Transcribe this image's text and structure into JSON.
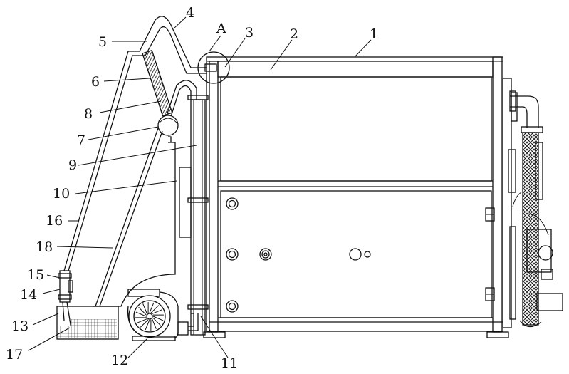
{
  "detail_marker": "A",
  "labels": [
    {
      "id": "1",
      "text": "1"
    },
    {
      "id": "2",
      "text": "2"
    },
    {
      "id": "3",
      "text": "3"
    },
    {
      "id": "4",
      "text": "4"
    },
    {
      "id": "5",
      "text": "5"
    },
    {
      "id": "6",
      "text": "6"
    },
    {
      "id": "7",
      "text": "7"
    },
    {
      "id": "8",
      "text": "8"
    },
    {
      "id": "9",
      "text": "9"
    },
    {
      "id": "10",
      "text": "10"
    },
    {
      "id": "11",
      "text": "11"
    },
    {
      "id": "12",
      "text": "12"
    },
    {
      "id": "13",
      "text": "13"
    },
    {
      "id": "14",
      "text": "14"
    },
    {
      "id": "15",
      "text": "15"
    },
    {
      "id": "16",
      "text": "16"
    },
    {
      "id": "17",
      "text": "17"
    },
    {
      "id": "18",
      "text": "18"
    }
  ]
}
